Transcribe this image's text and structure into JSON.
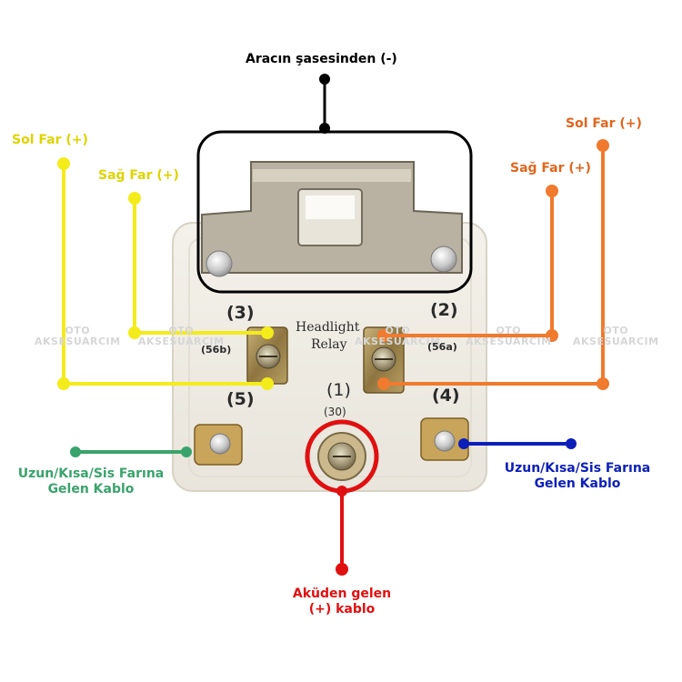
{
  "labels": {
    "chassis": "Aracın şasesinden (-)",
    "sol_far_left": "Sol Far (+)",
    "sag_far_left": "Sağ Far (+)",
    "sol_far_right": "Sol Far (+)",
    "sag_far_right": "Sağ Far (+)",
    "uzun_left_1": "Uzun/Kısa/Sis Farına",
    "uzun_left_2": "Gelen Kablo",
    "uzun_right_1": "Uzun/Kısa/Sis Farına",
    "uzun_right_2": "Gelen Kablo",
    "aku_1": "Aküden gelen",
    "aku_2": "(+) kablo"
  },
  "relay": {
    "title_1": "Headlight",
    "title_2": "Relay",
    "t3": "(3)",
    "t56b": "(56b)",
    "t5": "(5)",
    "t2": "(2)",
    "t56a": "(56a)",
    "t1": "(1)",
    "t30": "(30)",
    "t4": "(4)"
  },
  "watermark": {
    "line1": "OTO",
    "line2": "AKSESUARCIM"
  },
  "colors": {
    "chassis": "#000000",
    "sol_far_left": "#e0d800",
    "sag_far_left": "#e0d800",
    "sol_far_right": "#e0661e",
    "sag_far_right": "#e0661e",
    "uzun_left": "#3aa36b",
    "uzun_right": "#0c1fb8",
    "aku": "#e01010"
  }
}
